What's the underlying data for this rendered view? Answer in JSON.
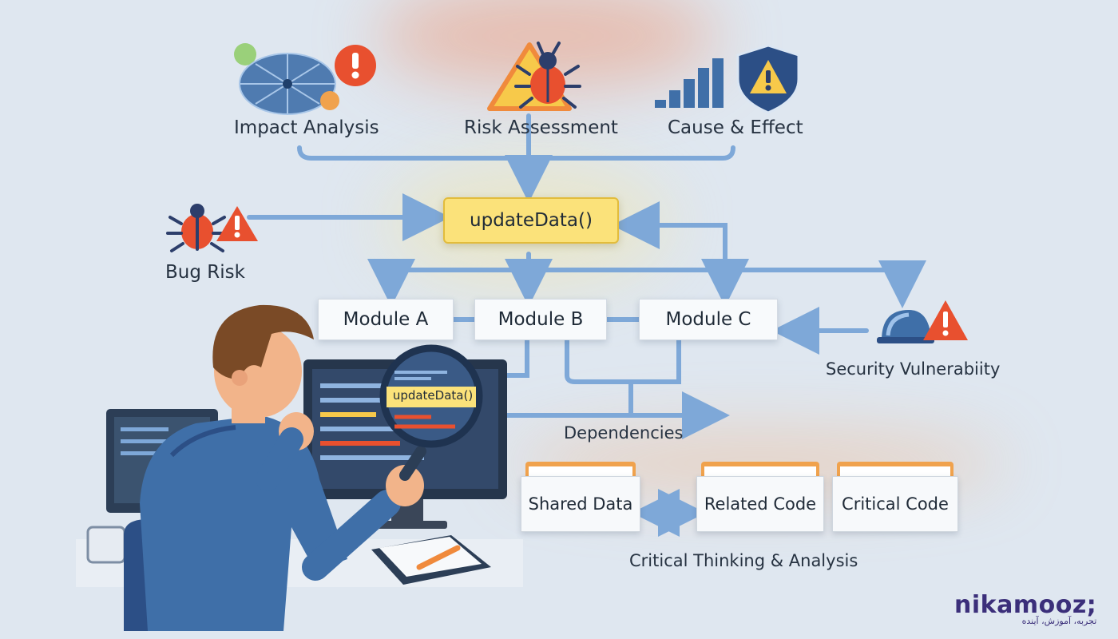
{
  "top": {
    "impact_label": "Impact Analysis",
    "risk_label": "Risk Assessment",
    "cause_label": "Cause & Effect"
  },
  "center": {
    "function_label": "updateData()"
  },
  "side": {
    "bug_risk_label": "Bug Risk",
    "security_label": "Security Vulnerabiity"
  },
  "modules": [
    "Module A",
    "Module B",
    "Module C"
  ],
  "dependencies_label": "Dependencies",
  "magnifier_text": "updateData()",
  "folders": [
    "Shared Data",
    "Related Code",
    "Critical Code"
  ],
  "footer_label": "Critical Thinking & Analysis",
  "brand": {
    "name": "nikamooz;",
    "tagline": "تجربه، آموزش، آینده"
  },
  "colors": {
    "arrow": "#7ea8d8",
    "accent": "#fbe27a",
    "alert": "#e8502f",
    "brand": "#3b2f7a"
  }
}
